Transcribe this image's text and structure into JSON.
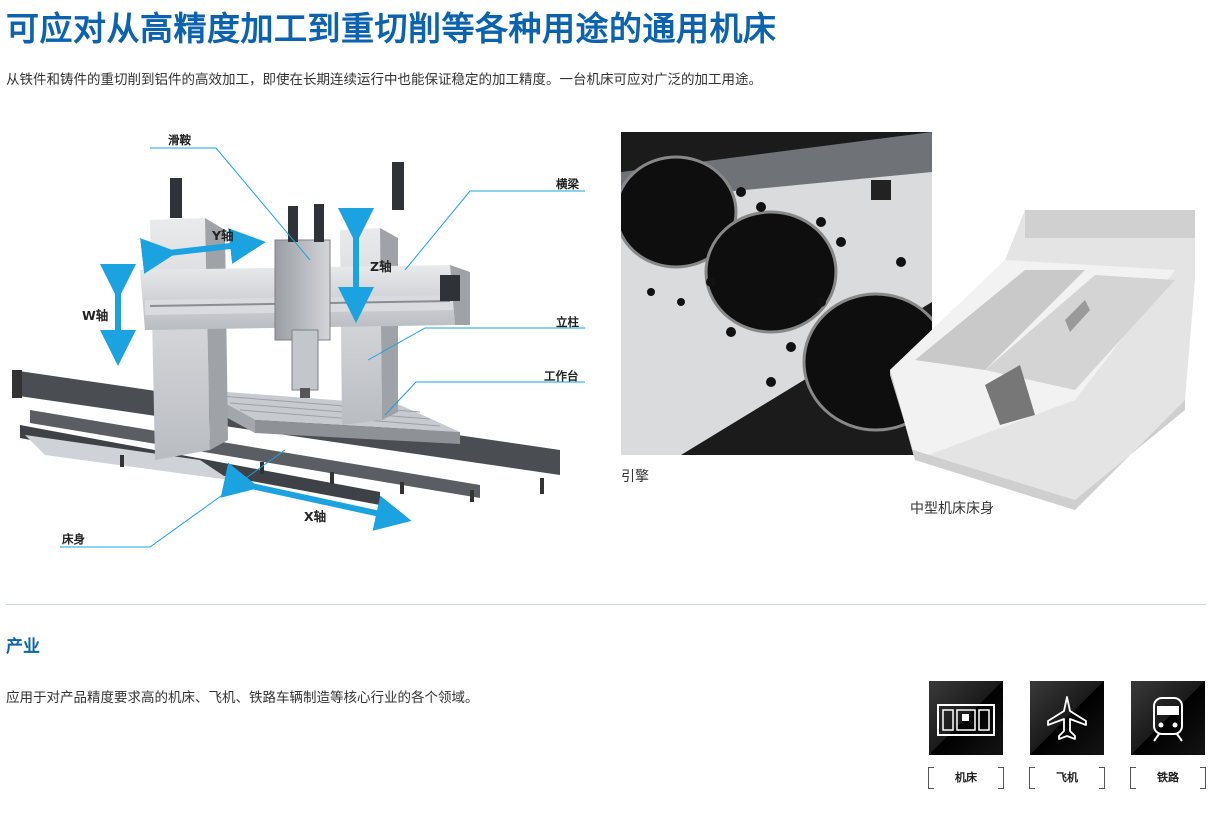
{
  "heading": {
    "title": "可应对从高精度加工到重切削等各种用途的通用机床",
    "intro": "从铁件和铸件的重切削到铝件的高效加工，即使在长期连续运行中也能保证稳定的加工精度。一台机床可应对广泛的加工用途。"
  },
  "diagram": {
    "callouts": {
      "saddle": "滑鞍",
      "crossbeam": "横梁",
      "column": "立柱",
      "table": "工作台",
      "bed": "床身"
    },
    "axes": {
      "y": "Y轴",
      "z": "Z轴",
      "w": "W轴",
      "x": "X轴"
    },
    "accent_color": "#1aa3e0"
  },
  "photos": {
    "engine_caption": "引擎",
    "bed_caption": "中型机床床身"
  },
  "industry": {
    "title": "产业",
    "text": "应用于对产品精度要求高的机床、飞机、铁路车辆制造等核心行业的各个领域。",
    "items": [
      {
        "label": "机床",
        "icon": "machine-tool-icon"
      },
      {
        "label": "飞机",
        "icon": "airplane-icon"
      },
      {
        "label": "铁路",
        "icon": "train-icon"
      }
    ]
  },
  "colors": {
    "title_blue": "#0b63b0",
    "divider": "#c9d8e4"
  }
}
